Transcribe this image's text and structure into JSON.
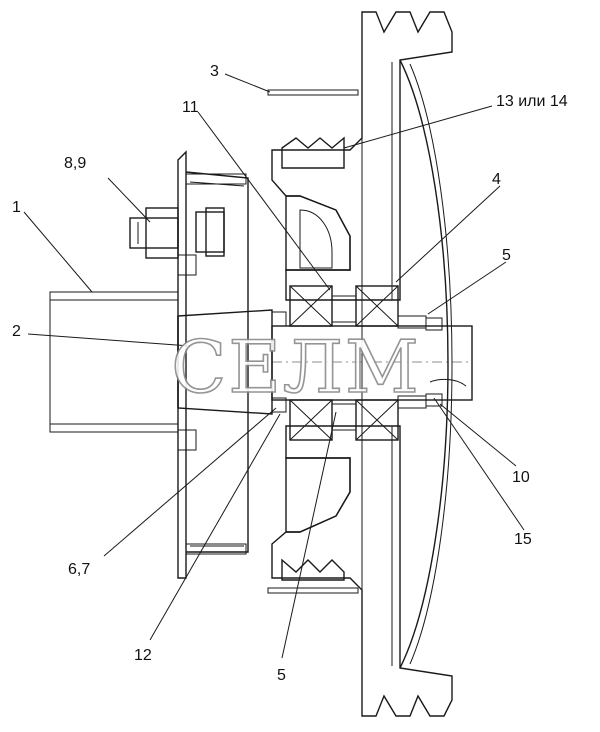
{
  "watermark": {
    "text": "СЕЛМ",
    "color": "#8a8a8a"
  },
  "colors": {
    "line": "#1a1a1a",
    "hatch": "#444444",
    "background": "#ffffff"
  },
  "callouts": [
    {
      "id": "1",
      "text": "1"
    },
    {
      "id": "2",
      "text": "2"
    },
    {
      "id": "3",
      "text": "3"
    },
    {
      "id": "4",
      "text": "4"
    },
    {
      "id": "5-top",
      "text": "5"
    },
    {
      "id": "5-bottom",
      "text": "5"
    },
    {
      "id": "6-7",
      "text": "6,7"
    },
    {
      "id": "8-9",
      "text": "8,9"
    },
    {
      "id": "10",
      "text": "10"
    },
    {
      "id": "11",
      "text": "11"
    },
    {
      "id": "12",
      "text": "12"
    },
    {
      "id": "13-14",
      "text": "13 или 14"
    },
    {
      "id": "15",
      "text": "15"
    }
  ]
}
